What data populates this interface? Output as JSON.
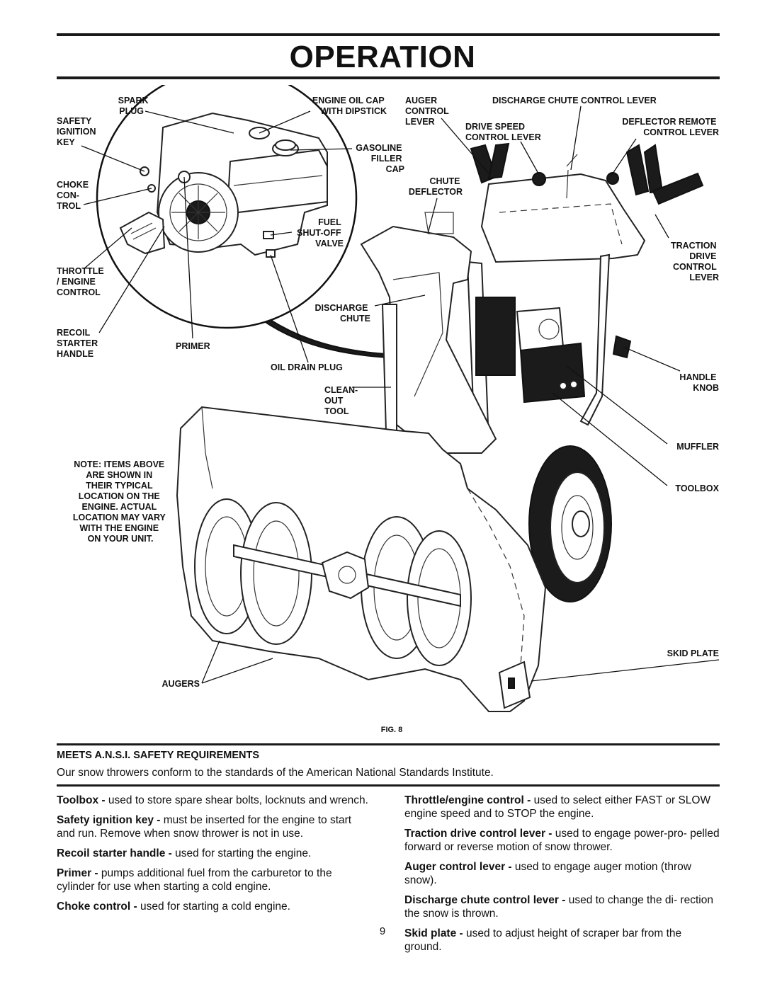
{
  "header": {
    "title": "OPERATION"
  },
  "figure": {
    "caption": "FIG. 8",
    "note": [
      "NOTE: ITEMS ABOVE",
      "ARE SHOWN IN",
      "THEIR TYPICAL",
      "LOCATION ON THE",
      "ENGINE.  ACTUAL",
      "LOCATION MAY VARY",
      "WITH THE ENGINE",
      "ON YOUR UNIT."
    ],
    "labels": {
      "spark_plug": [
        "SPARK",
        "PLUG"
      ],
      "safety_ignition_key": [
        "SAFETY",
        "IGNITION",
        "KEY"
      ],
      "choke_control": [
        "CHOKE",
        "CON-",
        "TROL"
      ],
      "throttle_engine_control": [
        "THROTTLE",
        "/ ENGINE",
        "CONTROL"
      ],
      "recoil_starter_handle": [
        "RECOIL",
        "STARTER",
        "HANDLE"
      ],
      "primer": [
        "PRIMER"
      ],
      "engine_oil_cap": [
        "ENGINE OIL CAP",
        "WITH DIPSTICK"
      ],
      "gasoline_filler_cap": [
        "GASOLINE",
        "FILLER",
        "CAP"
      ],
      "fuel_shutoff_valve": [
        "FUEL",
        "SHUT-OFF",
        "VALVE"
      ],
      "auger_control_lever": [
        "AUGER",
        "CONTROL",
        "LEVER"
      ],
      "chute_deflector": [
        "CHUTE",
        "DEFLECTOR"
      ],
      "discharge_chute": [
        "DISCHARGE",
        "CHUTE"
      ],
      "oil_drain_plug": [
        "OIL DRAIN PLUG"
      ],
      "clean_out_tool": [
        "CLEAN-",
        "OUT",
        "TOOL"
      ],
      "discharge_chute_control_lever": [
        "DISCHARGE CHUTE CONTROL LEVER"
      ],
      "drive_speed_control_lever": [
        "DRIVE SPEED",
        "CONTROL LEVER"
      ],
      "deflector_remote_control_lever": [
        "DEFLECTOR REMOTE",
        "CONTROL LEVER"
      ],
      "traction_drive_control_lever": [
        "TRACTION",
        "DRIVE",
        "CONTROL",
        "LEVER"
      ],
      "handle_knob": [
        "HANDLE",
        "KNOB"
      ],
      "muffler": [
        "MUFFLER"
      ],
      "toolbox": [
        "TOOLBOX"
      ],
      "skid_plate": [
        "SKID PLATE"
      ],
      "augers": [
        "AUGERS"
      ]
    }
  },
  "section": {
    "heading": "MEETS A.N.S.I. SAFETY REQUIREMENTS",
    "intro": "Our snow throwers conform to the standards of the American National Standards Institute."
  },
  "descriptions": {
    "left": [
      {
        "term": "Toolbox - ",
        "text": "used to store spare shear bolts, locknuts and wrench."
      },
      {
        "term": "Safety ignition key - ",
        "text": "must be inserted for the engine to start and run.  Remove when snow thrower is not in use."
      },
      {
        "term": "Recoil starter handle - ",
        "text": "used for starting the engine."
      },
      {
        "term": "Primer - ",
        "text": "pumps additional fuel from the carburetor to the cylinder for use when starting a cold engine."
      },
      {
        "term": "Choke control - ",
        "text": "used for starting a cold engine."
      }
    ],
    "right": [
      {
        "term": "Throttle/engine control - ",
        "text": "used to select either FAST or SLOW engine speed and to STOP the engine."
      },
      {
        "term": "Traction drive control lever - ",
        "text": "used to engage power-pro- pelled forward or reverse motion of snow thrower."
      },
      {
        "term": "Auger control lever - ",
        "text": "used to engage auger motion (throw snow)."
      },
      {
        "term": "Discharge chute control lever - ",
        "text": "used to change the di- rection the snow is thrown."
      },
      {
        "term": "Skid plate - ",
        "text": "used to adjust height of scraper bar from the ground."
      }
    ]
  },
  "footer": {
    "page_number": "9"
  }
}
